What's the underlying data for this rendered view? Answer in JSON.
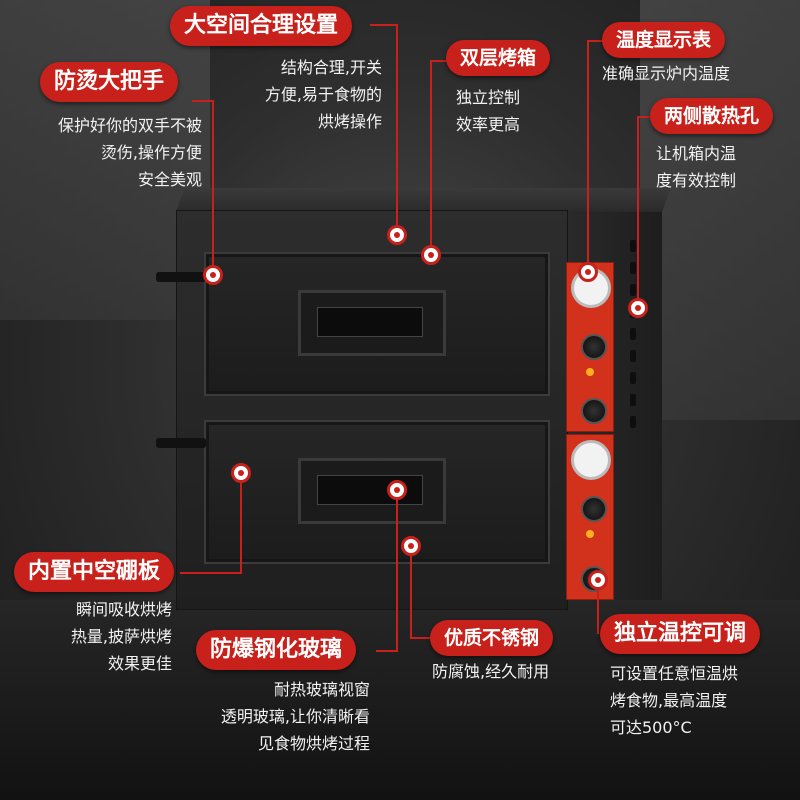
{
  "callouts": {
    "handle": {
      "title": "防烫大把手",
      "desc": "保护好你的双手不被\n烫伤,操作方便\n安全美观"
    },
    "space": {
      "title": "大空间合理设置",
      "desc": "结构合理,开关\n方便,易于食物的\n烘烤操作"
    },
    "double": {
      "title": "双层烤箱",
      "desc": "独立控制\n效率更高"
    },
    "thermo": {
      "title": "温度显示表",
      "desc": "准确显示炉内温度"
    },
    "vents": {
      "title": "两侧散热孔",
      "desc": "让机箱内温\n度有效控制"
    },
    "hollow": {
      "title": "内置中空硼板",
      "desc": "瞬间吸收烘烤\n热量,披萨烘烤\n效果更佳"
    },
    "glass": {
      "title": "防爆钢化玻璃",
      "desc": "耐热玻璃视窗\n透明玻璃,让你清晰看\n见食物烘烤过程"
    },
    "steel": {
      "title": "优质不锈钢",
      "desc": "防腐蚀,经久耐用"
    },
    "control": {
      "title": "独立温控可调",
      "desc": "可设置任意恒温烘\n烤食物,最高温度\n可达500°C"
    }
  },
  "colors": {
    "accent": "#c8201a",
    "panel": "#d2311c"
  }
}
